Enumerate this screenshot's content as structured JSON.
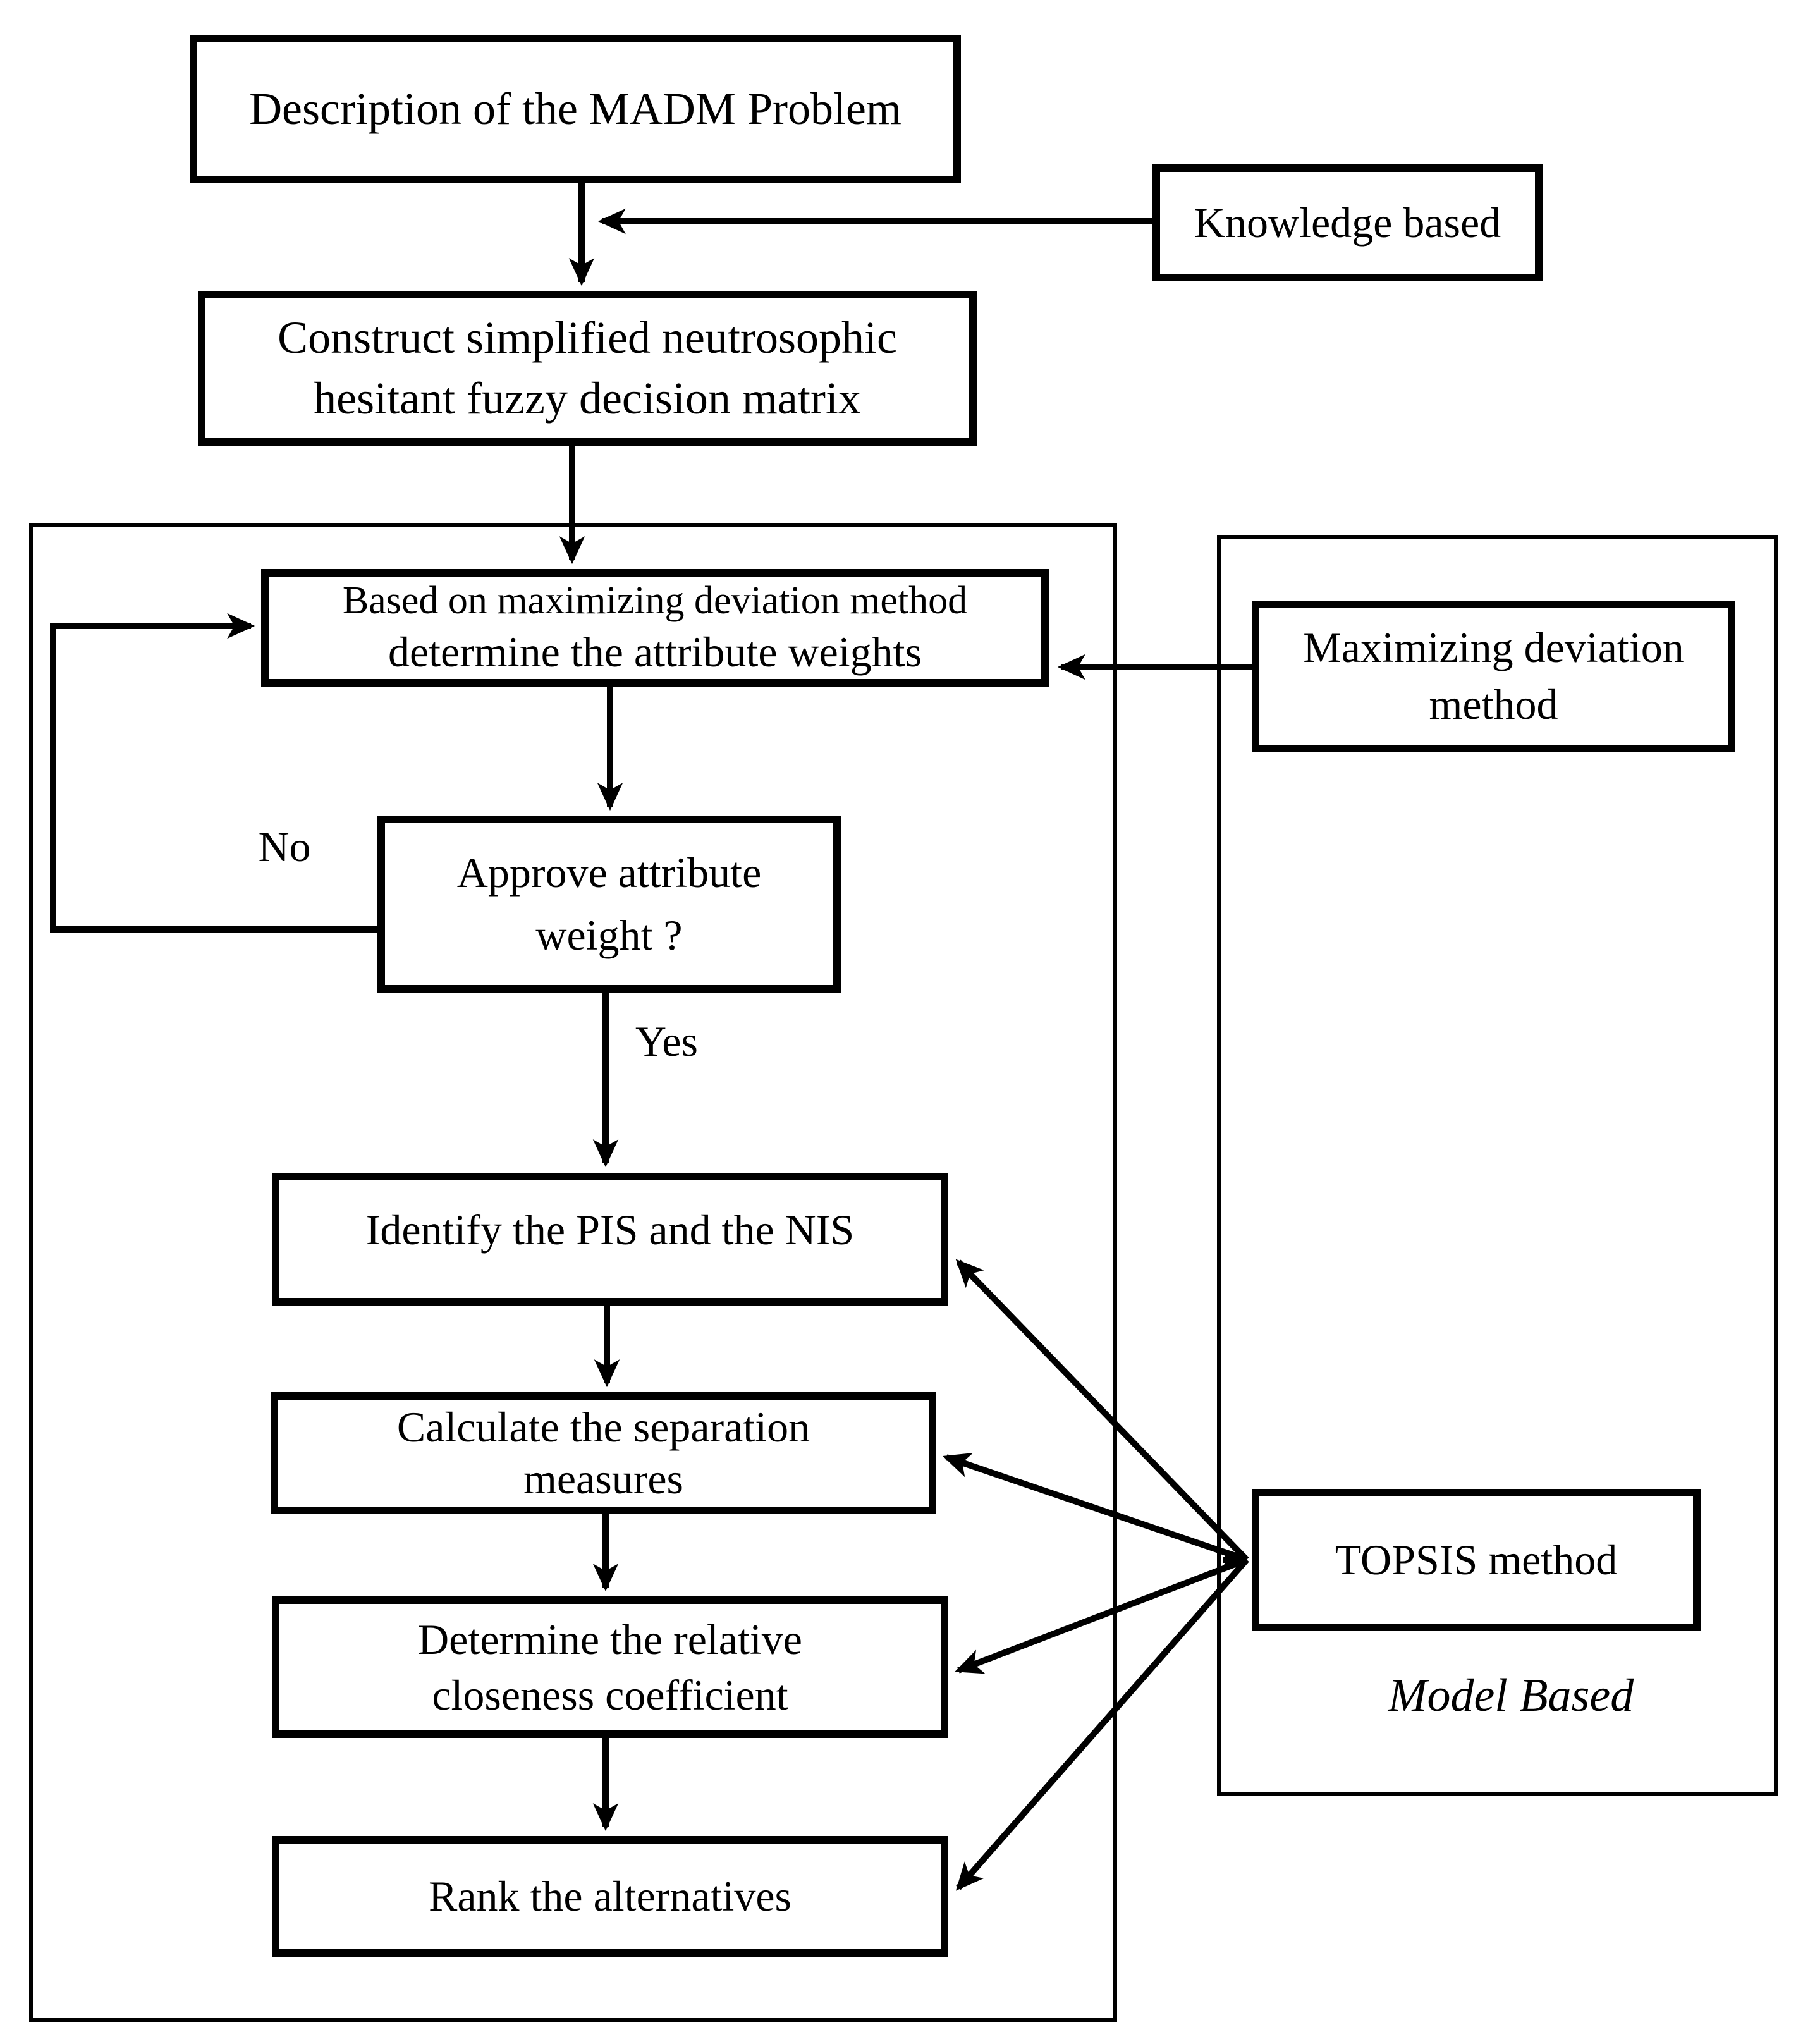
{
  "figure": {
    "type": "flowchart",
    "nodes": {
      "madm_problem": {
        "label": "Description of the MADM Problem"
      },
      "knowledge_based": {
        "label": "Knowledge based"
      },
      "construct_matrix": {
        "line1": "Construct simplified neutrosophic",
        "line2": "hesitant fuzzy decision matrix"
      },
      "attribute_weights": {
        "line1": "Based on maximizing deviation method",
        "line2": "determine the attribute weights"
      },
      "maximizing_deviation": {
        "line1": "Maximizing deviation",
        "line2": "method"
      },
      "approve_weight": {
        "line1": "Approve attribute",
        "line2": "weight ?"
      },
      "identify_pis_nis": {
        "label": "Identify the PIS and the NIS"
      },
      "separation_measures": {
        "line1": "Calculate the separation",
        "line2": "measures"
      },
      "closeness_coefficient": {
        "line1": "Determine the relative",
        "line2": "closeness coefficient"
      },
      "rank_alternatives": {
        "label": "Rank the alternatives"
      },
      "topsis_method": {
        "label": "TOPSIS method"
      }
    },
    "edge_labels": {
      "no": "No",
      "yes": "Yes"
    },
    "region_labels": {
      "model_based": "Model Based"
    },
    "colors": {
      "ink": "#000000",
      "background": "#ffffff"
    }
  }
}
